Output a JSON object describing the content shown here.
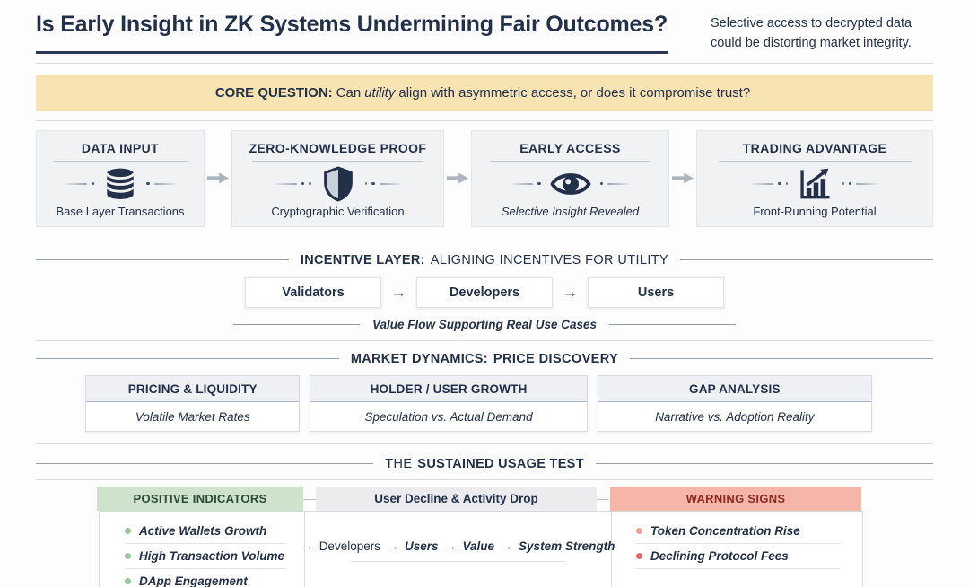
{
  "header": {
    "title": "Is Early Insight in ZK Systems Undermining Fair Outcomes?",
    "subtitle_line1": "Selective access to decrypted data",
    "subtitle_line2": "could be distorting market integrity."
  },
  "core_question": {
    "label": "CORE QUESTION:",
    "pre": "Can",
    "emphasis": "utility",
    "post": "align with asymmetric access, or does it compromise trust?"
  },
  "glyphs": {
    "arrow": "→"
  },
  "pipeline": {
    "stages": [
      {
        "title": "DATA INPUT",
        "icon": "database-icon",
        "caption": "Base Layer Transactions"
      },
      {
        "title": "ZERO-KNOWLEDGE PROOF",
        "icon": "shield-icon",
        "caption": "Cryptographic Verification"
      },
      {
        "title": "EARLY ACCESS",
        "icon": "eye-icon",
        "caption": "Selective Insight Revealed"
      },
      {
        "title": "TRADING ADVANTAGE",
        "icon": "bar-chart-icon",
        "caption": "Front-Running Potential"
      }
    ]
  },
  "incentive": {
    "heading_bold": "INCENTIVE LAYER:",
    "heading_rest": "ALIGNING INCENTIVES FOR UTILITY",
    "nodes": [
      "Validators",
      "Developers",
      "Users"
    ],
    "caption": "Value Flow Supporting Real Use Cases"
  },
  "market": {
    "heading_bold": "MARKET DYNAMICS:",
    "heading_rest": "PRICE DISCOVERY",
    "cards": [
      {
        "title": "PRICING & LIQUIDITY",
        "subtitle": "Volatile Market Rates"
      },
      {
        "title": "HOLDER / USER GROWTH",
        "subtitle": "Speculation vs. Actual Demand"
      },
      {
        "title": "GAP ANALYSIS",
        "subtitle": "Narrative vs. Adoption Reality"
      }
    ]
  },
  "usage_test": {
    "heading_pre": "THE",
    "heading_bold": "SUSTAINED USAGE TEST",
    "positive": {
      "header": "POSITIVE INDICATORS",
      "items": [
        "Active Wallets Growth",
        "High Transaction Volume",
        "DApp Engagement"
      ]
    },
    "middle": {
      "header": "User Decline & Activity Drop",
      "flow": [
        "Developers",
        "Users",
        "Value",
        "System Strength"
      ]
    },
    "warning": {
      "header": "WARNING SIGNS",
      "items": [
        "Token Concentration Rise",
        "Declining Protocol Fees"
      ]
    }
  },
  "colors": {
    "navy_text": "#22304a",
    "banner_yellow": "#f8e3b3",
    "positive_green_bg": "#cfe2cc",
    "positive_green_text": "#2b4a38",
    "warning_salmon_bg": "#f6b5a9",
    "warning_red_text": "#8c2a22",
    "green_bullet": "#97c998",
    "red_bullet_light": "#f0a095",
    "red_bullet_strong": "#e4695e",
    "stage_box_bg": "#f1f2f4",
    "arrow_gray": "#adb4bd"
  }
}
